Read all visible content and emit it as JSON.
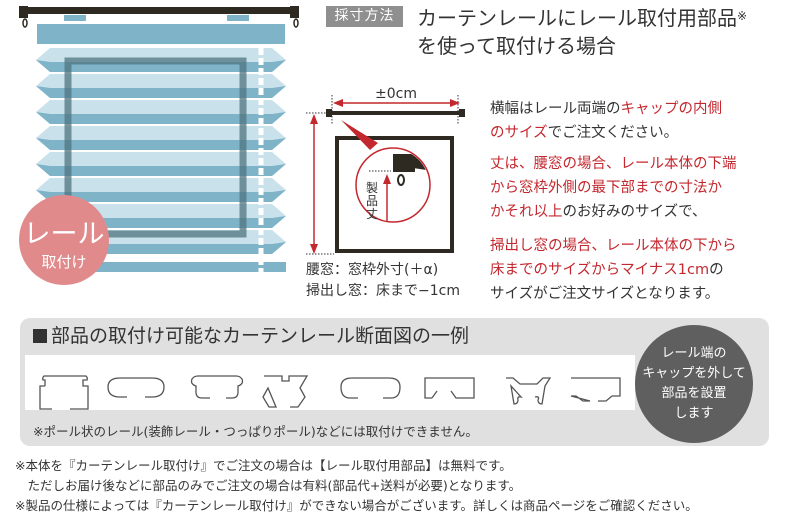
{
  "badge": {
    "line1": "レール",
    "line2": "取付け"
  },
  "header": {
    "method_tag": "採寸方法",
    "title_line1": "カーテンレールにレール取付用部品",
    "title_mark": "※",
    "title_line2": "を使って取付ける場合"
  },
  "diagram": {
    "width_label": "±0cm",
    "height_label": [
      "製",
      "品",
      "丈"
    ],
    "notes": [
      "腰窓：窓枠外寸(＋α)",
      "掃出し窓：床まで−1cm"
    ]
  },
  "description": {
    "p1": [
      {
        "text": "横幅はレール両端の",
        "red": false
      },
      {
        "text": "キャップの内側",
        "red": true
      },
      {
        "br": true
      },
      {
        "text": "のサイズ",
        "red": true
      },
      {
        "text": "でご注文ください。",
        "red": false
      }
    ],
    "p2": [
      {
        "text": "丈は、腰窓の場合、レール本体の下端",
        "red": true
      },
      {
        "br": true
      },
      {
        "text": "から窓枠外側の最下部までの寸法か",
        "red": true
      },
      {
        "br": true
      },
      {
        "text": "かそれ以上",
        "red": true
      },
      {
        "text": "のお好みのサイズで、",
        "red": false
      }
    ],
    "p3": [
      {
        "text": "掃出し窓の場合、レール本体の下から",
        "red": true
      },
      {
        "br": true
      },
      {
        "text": "床までのサイズからマイナス1cm",
        "red": true
      },
      {
        "text": "の",
        "red": false
      },
      {
        "br": true
      },
      {
        "text": "サイズがご注文サイズとなります。",
        "red": false
      }
    ]
  },
  "panel": {
    "title": "部品の取付け可能なカーテンレール断面図の一例",
    "profiles_count": 8,
    "note": "※ポール状のレール(装飾レール・つっぱりポール)などには取付けできません。",
    "cap_note": [
      "レール端の",
      "キャップを外して",
      "部品を設置",
      "します"
    ]
  },
  "footnotes": [
    "※本体を『カーテンレール取付け』でご注文の場合は【レール取付用部品】は無料です。",
    "　ただしお届け後などに部品のみでご注文の場合は有料(部品代+送料が必要)となります。",
    "※製品の仕様によっては『カーテンレール取付け』ができない場合がございます。詳しくは商品ページをご確認ください。"
  ],
  "colors": {
    "accent_red": "#c4282f",
    "badge_pink": "#e08a8c",
    "blind_dark": "#7fb3c8",
    "blind_light": "#c9e1ea",
    "rail_brown": "#2e2a22",
    "panel_gray": "#e0e0e0",
    "circle_gray": "#5f5f5f"
  }
}
